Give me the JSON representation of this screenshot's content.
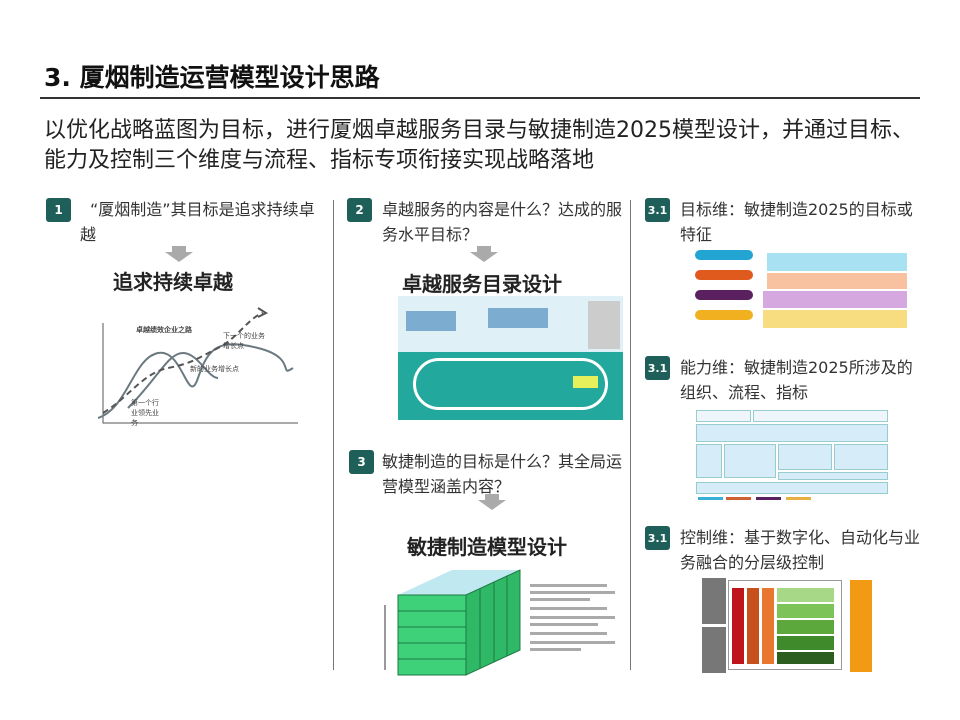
{
  "title": "3. 厦烟制造运营模型设计思路",
  "subtitle": "以优化战略蓝图为目标，进行厦烟卓越服务目录与敏捷制造2025模型设计，并通过目标、能力及控制三个维度与流程、指标专项衔接实现战略落地",
  "col1": {
    "badge": "1",
    "question": "“厦烟制造”其目标是追求持续卓越",
    "heading": "追求持续卓越",
    "chart_labels": {
      "path": "卓越绩效企业之路",
      "next": "下一个的业务增长点",
      "new": "新的业务增长点",
      "first": "第一个行业领先业务"
    }
  },
  "col2": {
    "badge1": "2",
    "question1": "卓越服务的内容是什么？达成的服务水平目标？",
    "heading1": "卓越服务目录设计",
    "badge2": "3",
    "question2": "敏捷制造的目标是什么？其全局运营模型涵盖内容？",
    "heading2": "敏捷制造模型设计"
  },
  "col3": {
    "items": [
      {
        "badge": "3.1",
        "text": "目标维：敏捷制造2025的目标或特征"
      },
      {
        "badge": "3.1",
        "text": "能力维：敏捷制造2025所涉及的组织、流程、指标"
      },
      {
        "badge": "3.1",
        "text": "控制维：基于数字化、自动化与业务融合的分层级控制"
      }
    ]
  },
  "colors": {
    "badge": "#1f5f59",
    "teal": "#23a89e",
    "green": "#3fd07a"
  }
}
